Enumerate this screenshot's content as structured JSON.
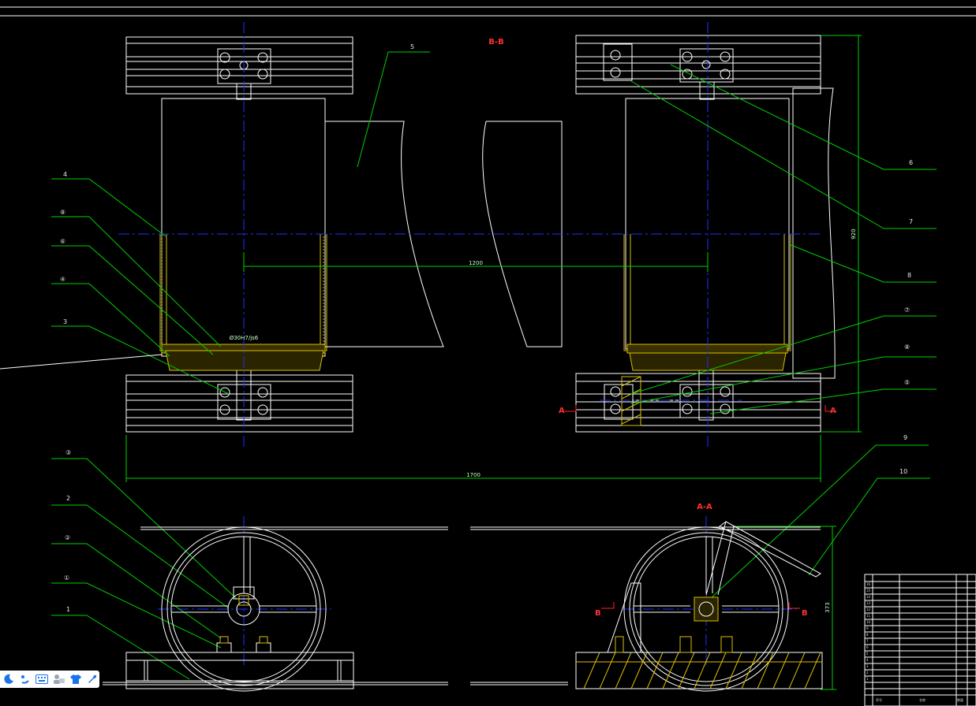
{
  "colors": {
    "background": "#000000",
    "outline": "#ffffff",
    "leader": "#00d000",
    "centerline": "#2030ff",
    "hatch": "#d8c000",
    "section_mark": "#ff2020"
  },
  "section_titles": {
    "bb": "B-B",
    "aa": "A-A"
  },
  "dimensions": {
    "pitch": "1200",
    "overall_width": "1700",
    "height": "920",
    "lower_height": "373",
    "fit": "Ø30H7/js6"
  },
  "section_markers": {
    "a_left": "A",
    "a_right": "A",
    "b_left": "B",
    "b_right": "B"
  },
  "callouts": {
    "c5": "5",
    "c4": "4",
    "c8c": "⑧",
    "c6c": "⑥",
    "c4c": "④",
    "c3": "3",
    "c6": "6",
    "c7": "7",
    "c8": "8",
    "c7c": "⑦",
    "c8c2": "⑧",
    "c5c": "⑤",
    "c9": "9",
    "c10": "10",
    "c3c": "③",
    "c2": "2",
    "c2c": "②",
    "c1c": "①",
    "c1": "1"
  },
  "title_block": {
    "rows": [
      "16",
      "15",
      "14",
      "13",
      "12",
      "11",
      "10",
      "9",
      "8",
      "7",
      "6",
      "5",
      "4",
      "3",
      "2",
      "1"
    ],
    "header": [
      "序号",
      "名称",
      "数量"
    ]
  },
  "toolbar": {
    "items": [
      "moon-icon",
      "dots-icon",
      "keyboard-icon",
      "users-icon",
      "shirt-icon",
      "wrench-icon"
    ]
  }
}
